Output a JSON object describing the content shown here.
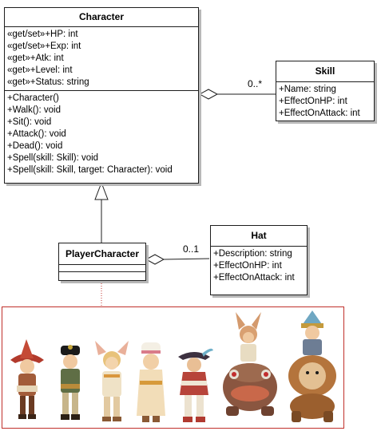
{
  "classes": {
    "character": {
      "name": "Character",
      "attributes": [
        "«get/set»+HP: int",
        "«get/set»+Exp: int",
        "«get»+Atk: int",
        "«get»+Level: int",
        "«get»+Status: string"
      ],
      "operations": [
        "+Character()",
        "+Walk(): void",
        "+Sit(): void",
        "+Attack(): void",
        "+Dead(): void",
        "+Spell(skill: Skill): void",
        "+Spell(skill: Skill, target: Character): void"
      ]
    },
    "skill": {
      "name": "Skill",
      "attributes": [
        "+Name: string",
        "+EffectOnHP: int",
        "+EffectOnAttack: int"
      ]
    },
    "player_character": {
      "name": "PlayerCharacter"
    },
    "hat": {
      "name": "Hat",
      "attributes": [
        "+Description: string",
        "+EffectOnHP: int",
        "+EffectOnAttack: int"
      ]
    }
  },
  "relations": {
    "character_skill_multiplicity": "0..*",
    "player_hat_multiplicity": "0..1"
  },
  "colors": {
    "line": "#1e1e1e",
    "shadow": "#b8b8b8",
    "frame": "#c0302b"
  },
  "sprites": [
    "red-witch-hat-character-sprite",
    "black-cap-character-sprite",
    "bunny-ears-character-sprite",
    "white-hat-character-sprite",
    "feathered-hat-character-sprite",
    "rider-on-toad-mount-sprite",
    "rider-on-lion-mount-sprite"
  ]
}
